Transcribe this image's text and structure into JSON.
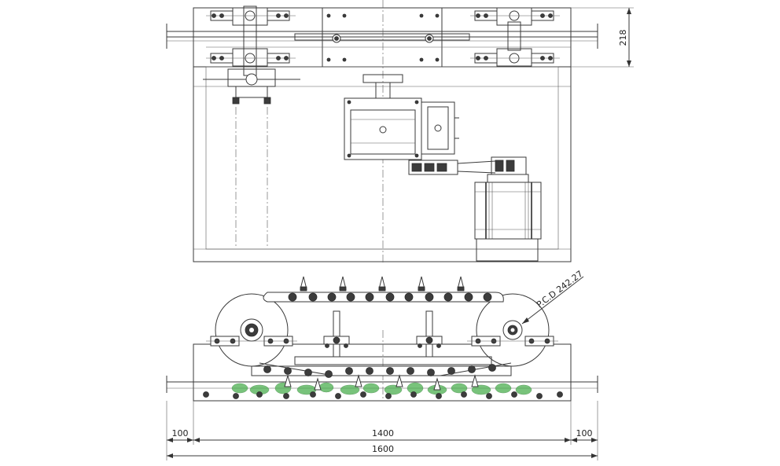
{
  "drawing": {
    "dimensions": {
      "left_margin": "100",
      "inner_width": "1400",
      "right_margin": "100",
      "overall_width": "1600",
      "height_side": "218",
      "pcd_label": "P.C.D 242.27"
    },
    "colors": {
      "line": "#3a3a3a",
      "green_material": "#4caf50"
    }
  }
}
